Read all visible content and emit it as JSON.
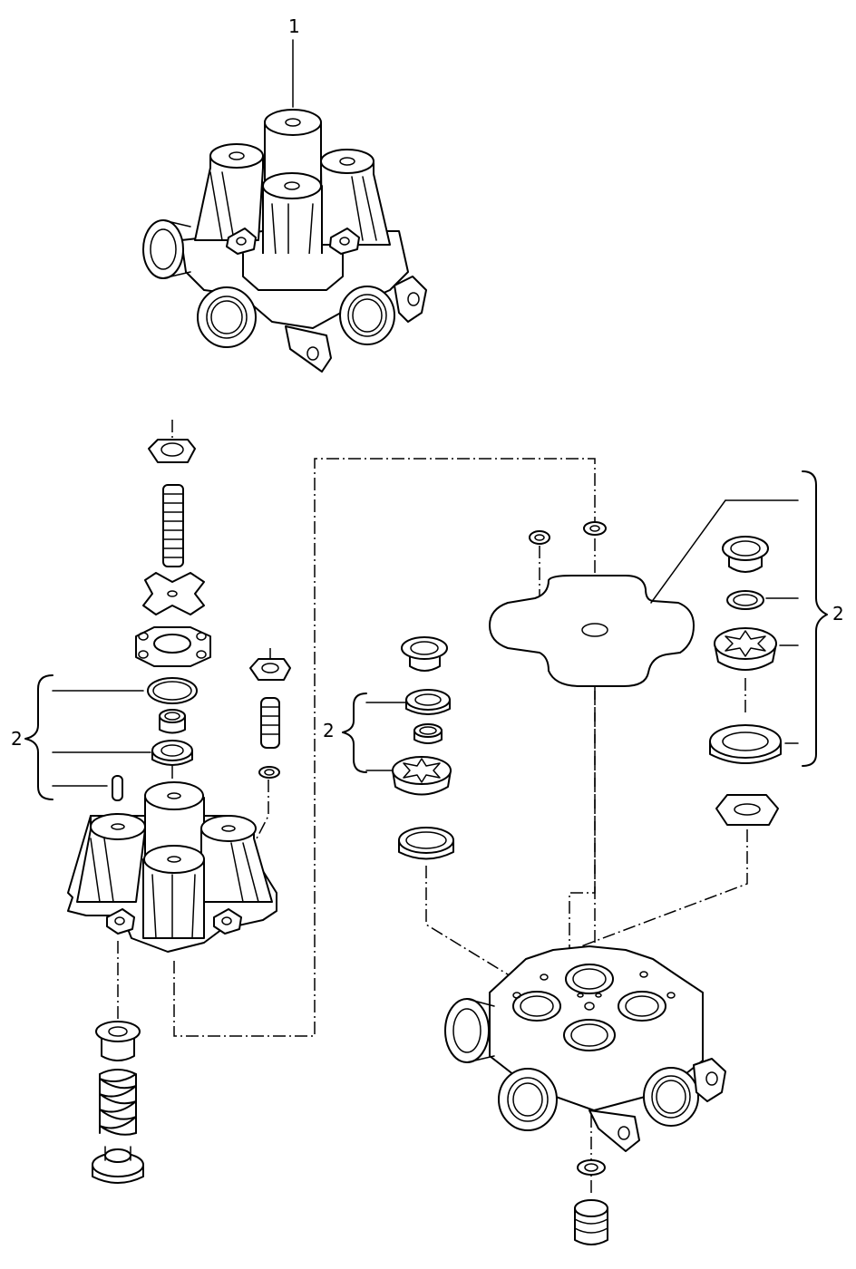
{
  "callouts": {
    "item1": "1",
    "item2_left": "2",
    "item2_middle": "2",
    "item2_right": "2"
  },
  "colors": {
    "line": "#000000",
    "background": "#ffffff"
  }
}
